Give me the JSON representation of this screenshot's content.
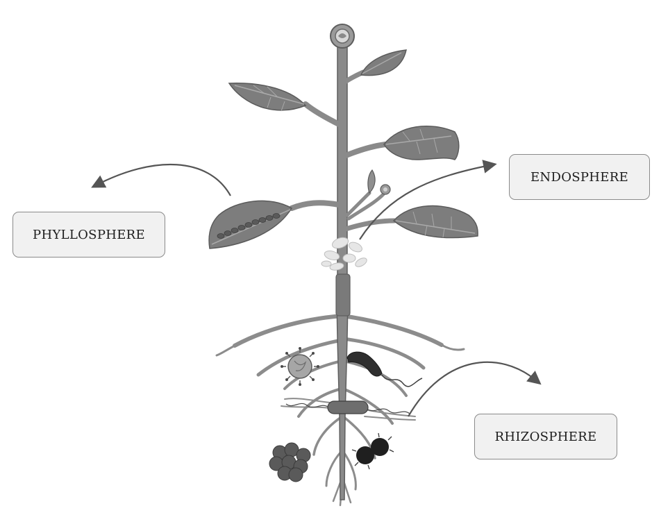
{
  "labels": {
    "phyllosphere": "PHYLLOSPHERE",
    "endosphere": "ENDOSPHERE",
    "rhizosphere": "RHIZOSPHERE"
  },
  "colors": {
    "stem": "#8a8a8a",
    "stem_edge": "#5e5e5e",
    "leaf": "#7d7d7d",
    "leaf_vein": "#a9a9a9",
    "root": "#8c8c8c",
    "arrow": "#555555",
    "box_bg": "#f1f1f1",
    "box_border": "#8a8a8a"
  }
}
